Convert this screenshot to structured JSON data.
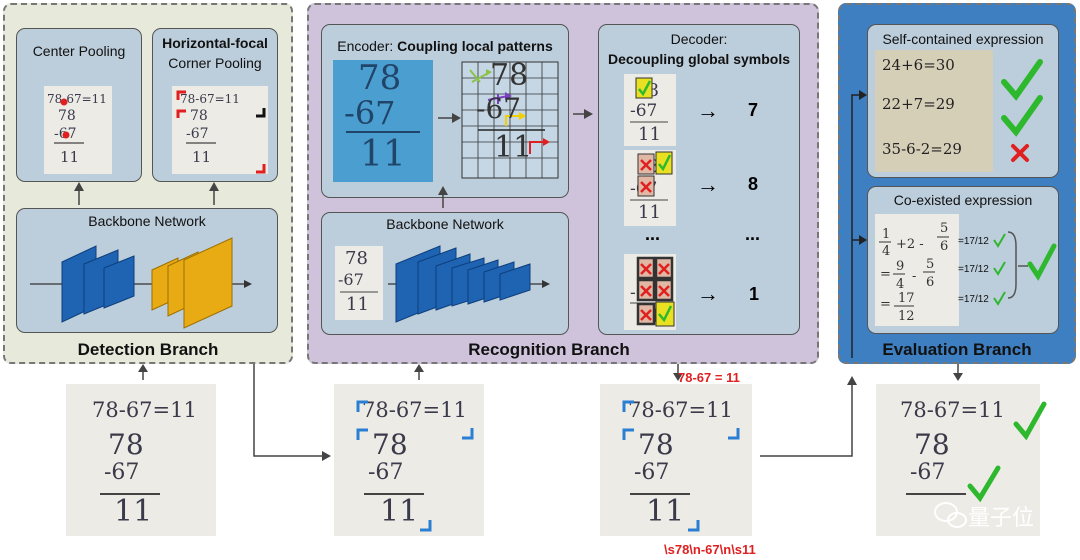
{
  "detection": {
    "branch_label": "Detection Branch",
    "center_pooling_title": "Center Pooling",
    "corner_title_bold": "Horizontal-focal",
    "corner_title_rest": "Corner Pooling",
    "backbone_label": "Backbone Network"
  },
  "recognition": {
    "branch_label": "Recognition Branch",
    "encoder_prefix": "Encoder: ",
    "encoder_bold": "Coupling local patterns",
    "decoder_line1": "Decoder:",
    "decoder_bold": "Decoupling global symbols",
    "backbone_label": "Backbone Network",
    "arrow": "→",
    "outputs": [
      "7",
      "8",
      "...",
      "1"
    ],
    "dots": "..."
  },
  "evaluation": {
    "branch_label": "Evaluation Branch",
    "self_title": "Self-contained expression",
    "self_rows": [
      "24+6=30",
      "22+7=29",
      "35-6-2=29"
    ],
    "coexist_title": "Co-existed expression",
    "coexist_results": [
      "=17/12",
      "=17/12",
      "=17/12"
    ]
  },
  "bottom": {
    "equation": "78-67=11",
    "num1": "78",
    "num2": "-67",
    "result": "11",
    "recognized_label": "78-67 = 11",
    "latex_label": "\\s78\\n-67\\n\\s11",
    "watermark": "量子位"
  },
  "colors": {
    "red_text": "#e02020",
    "check_green": "#2eb82e",
    "cross_red": "#e02020",
    "corner_blue": "#2a7fd4",
    "eval_bg": "#3d7fc1",
    "recog_bg": "#cfc3dc",
    "detect_bg": "#e6e8d8"
  },
  "icons": [
    "check-icon",
    "cross-icon",
    "arrow-icon",
    "wechat-icon"
  ]
}
